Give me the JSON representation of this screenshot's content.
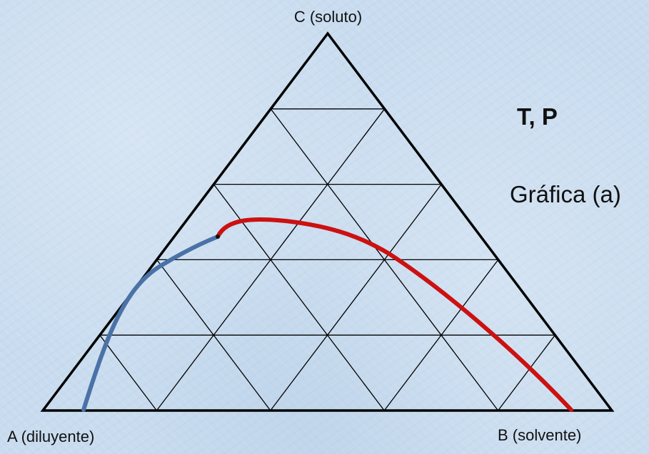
{
  "vertices": {
    "top": "C (soluto)",
    "bottom_left": "A (diluyente)",
    "bottom_right": "B (solvente)"
  },
  "conditions": "T, P",
  "graph_label": "Gráfica (a)",
  "grid_divisions": 5,
  "colors": {
    "triangle": "#000000",
    "raffinate_curve": "#4a72a6",
    "extract_curve": "#cc1111"
  }
}
